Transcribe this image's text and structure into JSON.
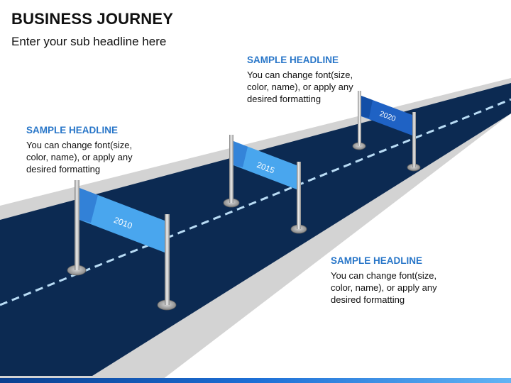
{
  "page": {
    "title": "BUSINESS JOURNEY",
    "subtitle": "Enter your sub headline here"
  },
  "colors": {
    "road": "#0c2a52",
    "road_edge": "#d3d3d3",
    "dash": "#b9dcf5",
    "flag_light": "#49a6ee",
    "flag_dark": "#1f62c4",
    "headline": "#2876c8",
    "bottom_bar": "#1a6fd1"
  },
  "milestones": [
    {
      "year": "2010",
      "headline": "SAMPLE HEADLINE",
      "text": "You can change font(size, color, name), or apply any desired formatting"
    },
    {
      "year": "2015",
      "headline": "SAMPLE HEADLINE",
      "text": "You can change font(size, color, name), or apply any desired formatting"
    },
    {
      "year": "2020",
      "headline": "SAMPLE HEADLINE",
      "text": "You can change font(size, color, name), or apply any desired formatting"
    }
  ]
}
